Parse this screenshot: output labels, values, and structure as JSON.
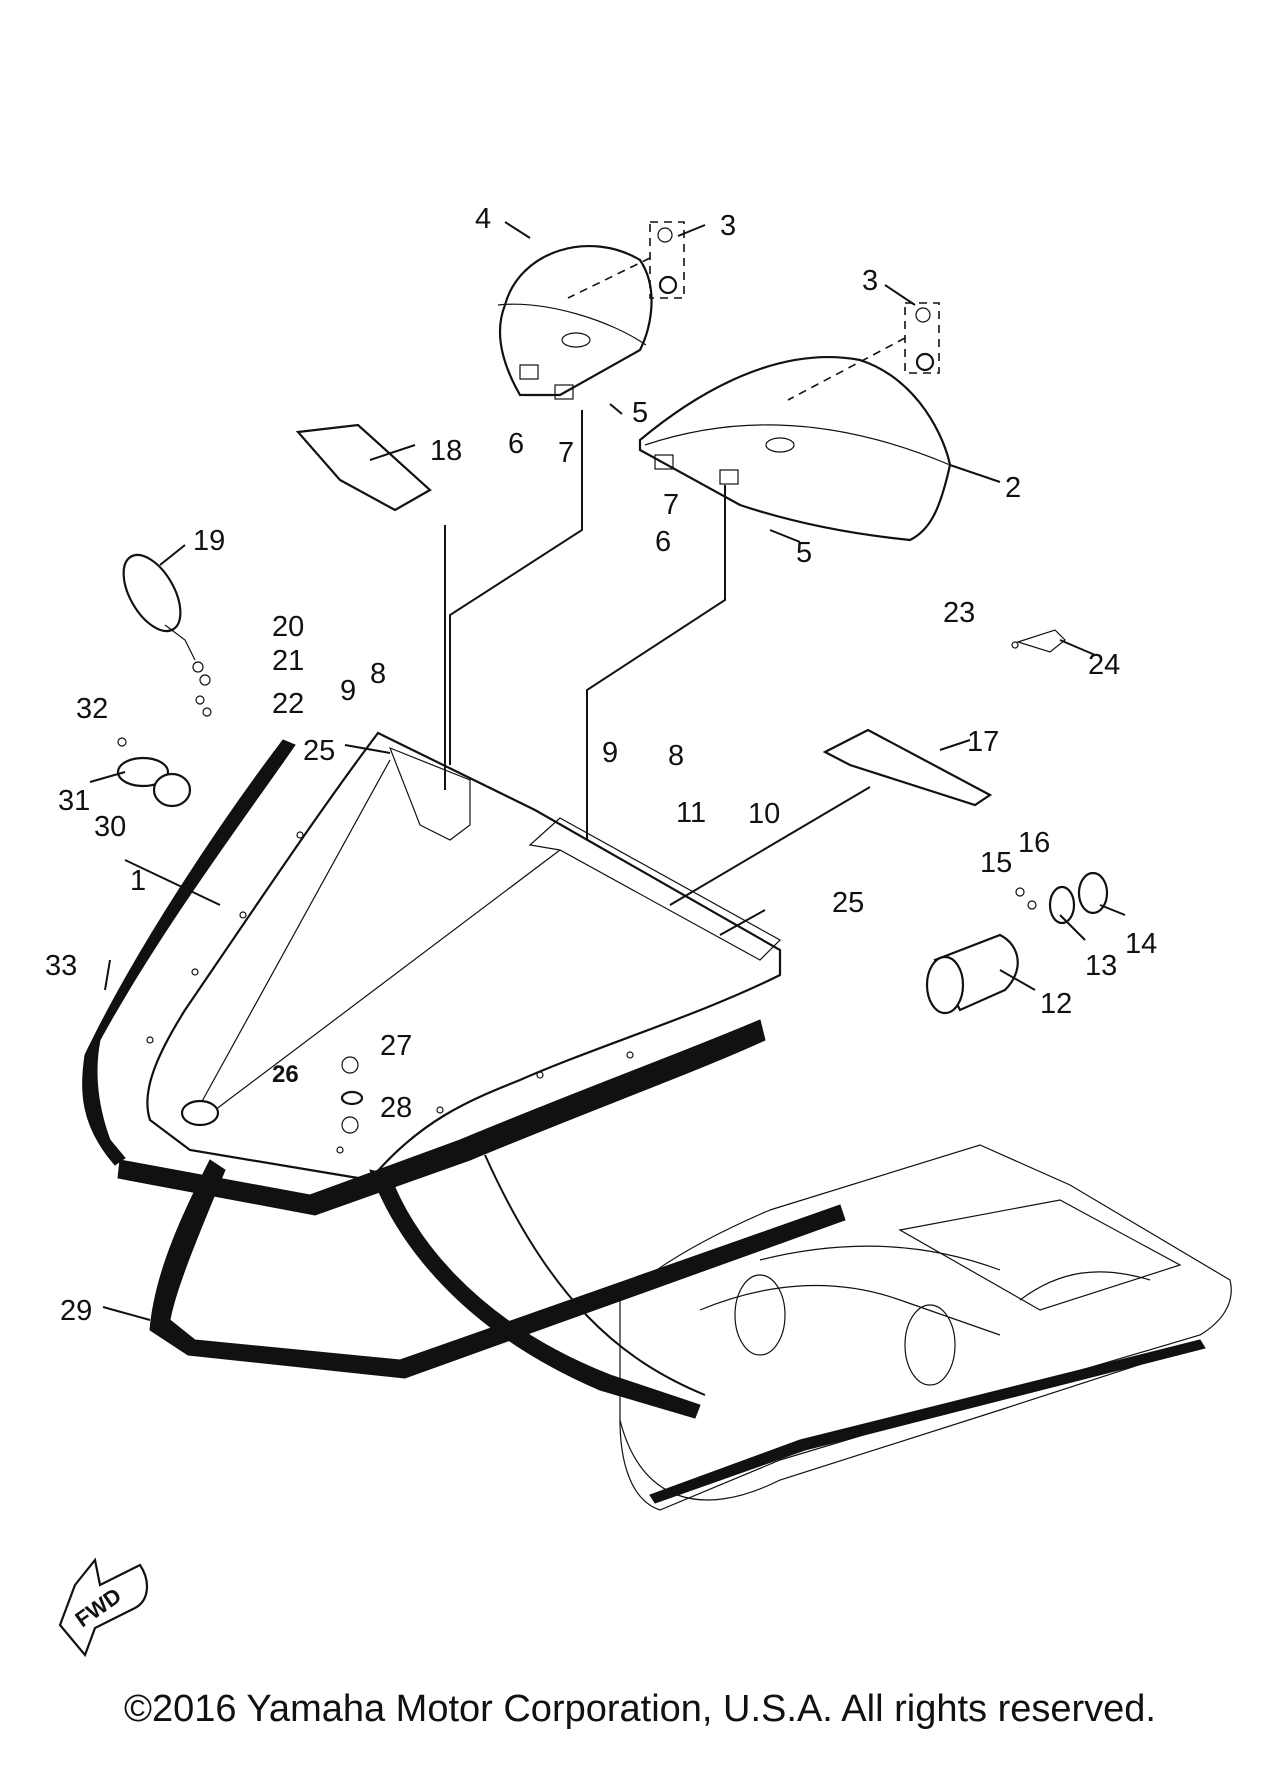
{
  "labels": {
    "l1": "1",
    "l2": "2",
    "l3a": "3",
    "l3b": "3",
    "l4": "4",
    "l5a": "5",
    "l5b": "5",
    "l6a": "6",
    "l6b": "6",
    "l7a": "7",
    "l7b": "7",
    "l8a": "8",
    "l8b": "8",
    "l9a": "9",
    "l9b": "9",
    "l10": "10",
    "l11": "11",
    "l12": "12",
    "l13": "13",
    "l14": "14",
    "l15": "15",
    "l16": "16",
    "l17": "17",
    "l18": "18",
    "l19": "19",
    "l20": "20",
    "l21": "21",
    "l22": "22",
    "l23": "23",
    "l24": "24",
    "l25a": "25",
    "l25b": "25",
    "l26": "26",
    "l27": "27",
    "l28": "28",
    "l29": "29",
    "l30": "30",
    "l31": "31",
    "l32": "32",
    "l33": "33"
  },
  "fwd_arrow": {
    "text": "FWD",
    "icon": "fwd-arrow-icon"
  },
  "copyright": "©2016 Yamaha Motor Corporation, U.S.A. All rights reserved."
}
